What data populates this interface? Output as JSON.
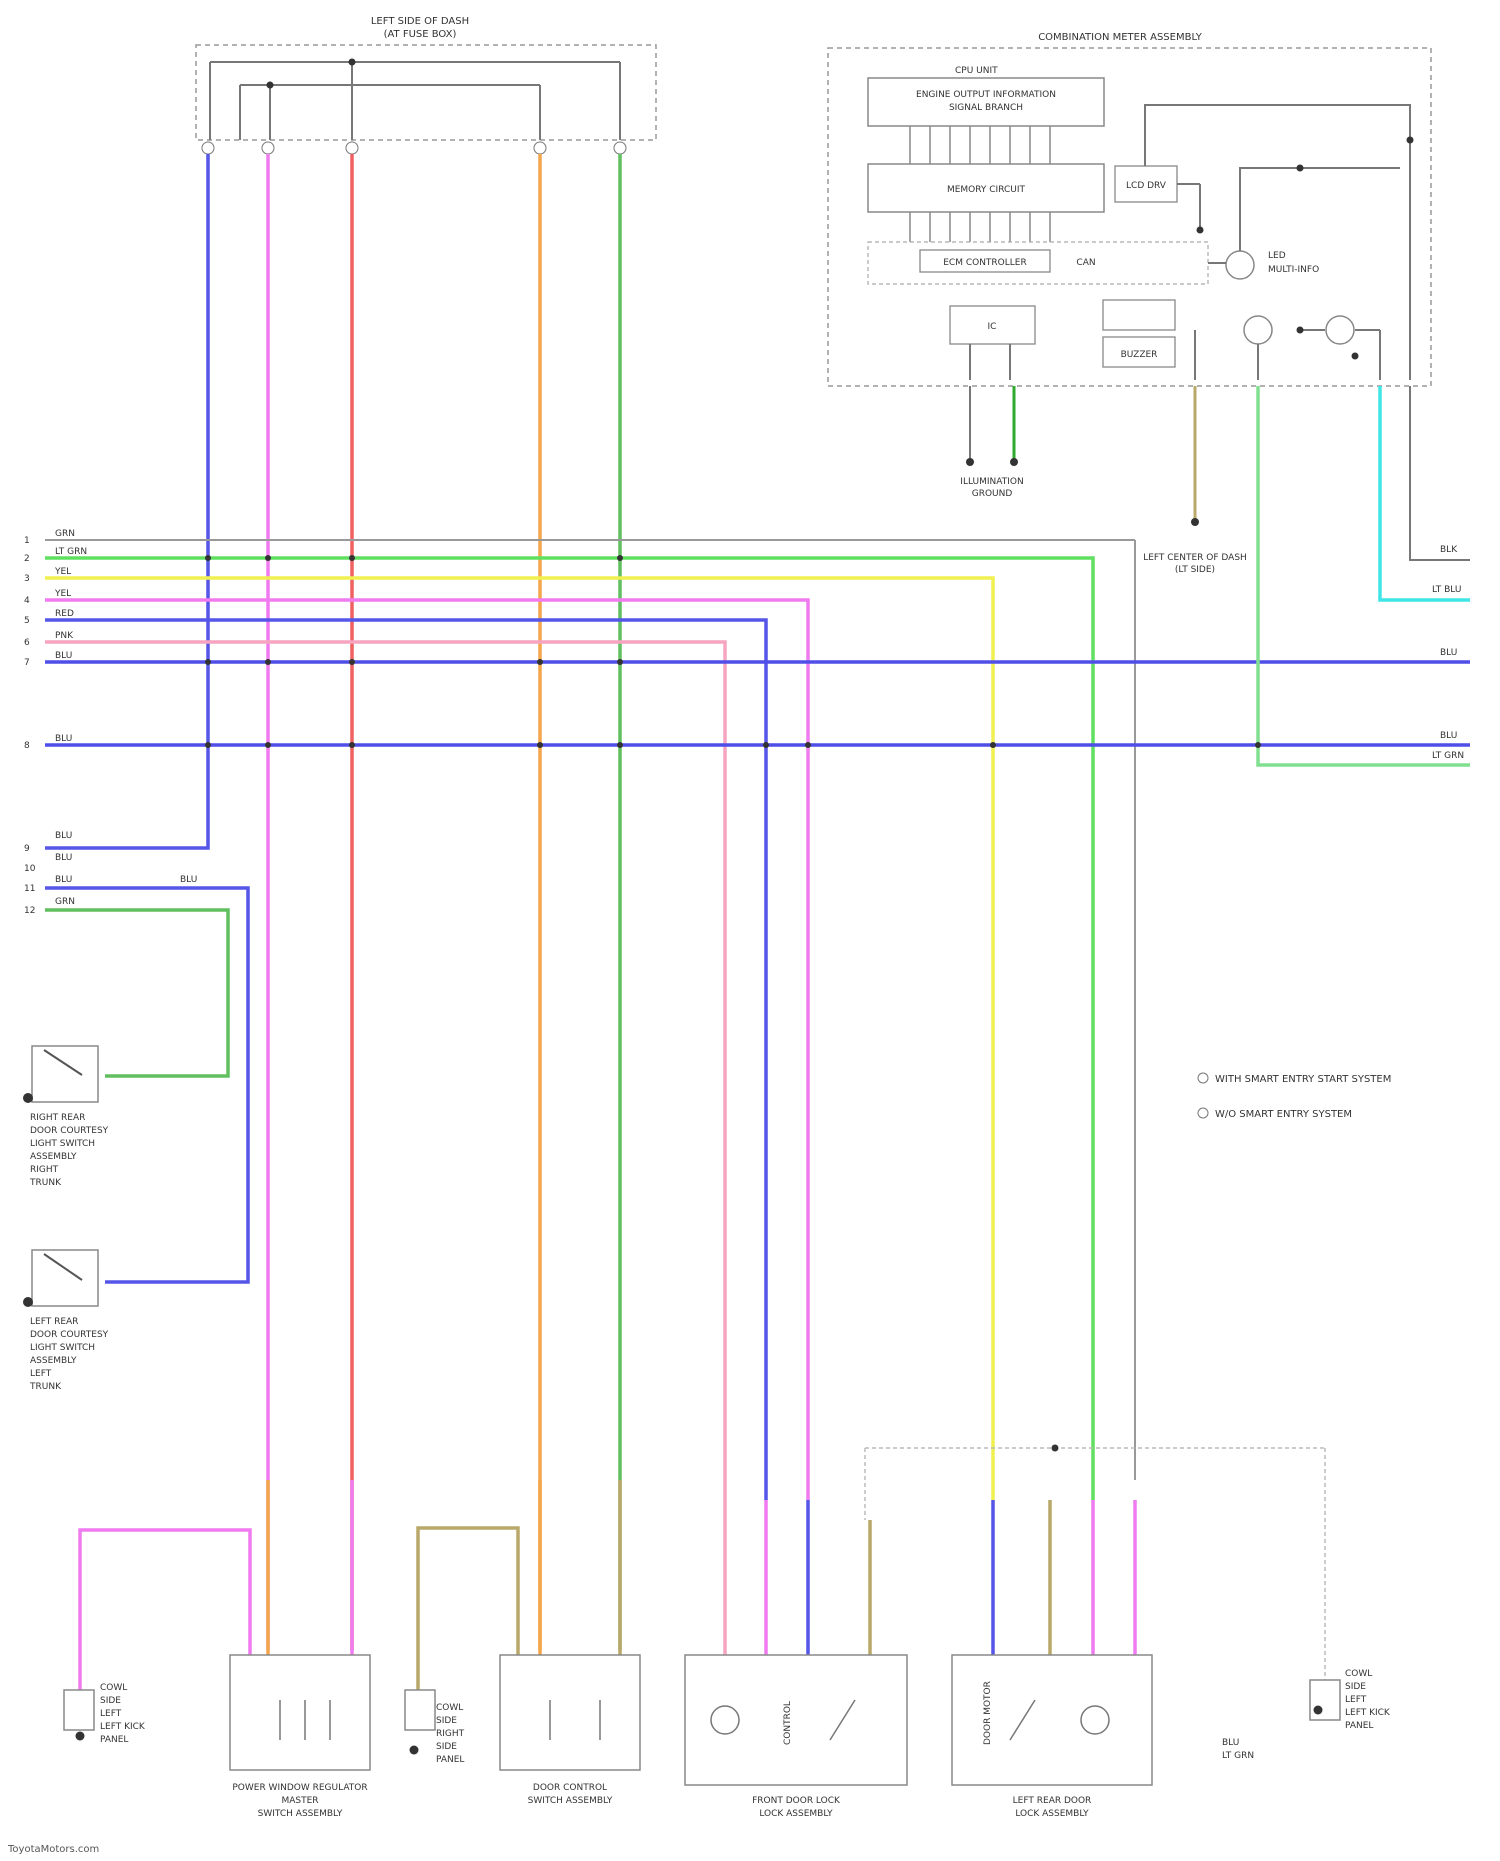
{
  "diagram": {
    "top_block_title": [
      "LEFT SIDE OF DASH",
      "(AT FUSE BOX)"
    ],
    "meter_block_title": "COMBINATION METER ASSEMBLY",
    "meter_inner_labels": {
      "cpu_unit": "CPU UNIT",
      "drive_circuit": [
        "ENGINE OUTPUT INFORMATION",
        "SIGNAL BRANCH"
      ],
      "memory_circuit": "MEMORY CIRCUIT",
      "ecm_controller": "ECM CONTROLLER",
      "can": "CAN",
      "lcd_drv": "LCD DRV",
      "ic": "IC",
      "buzzer": "BUZZER",
      "led": "LED",
      "multi_info": "MULTI-INFO"
    },
    "bus_wire_labels": [
      "GRN",
      "LT GRN",
      "YEL",
      "YEL",
      "RED",
      "PNK",
      "BLU",
      "BLU"
    ],
    "bus_pin_numbers": [
      "1",
      "2",
      "3",
      "4",
      "5",
      "6",
      "7",
      "8"
    ],
    "right_wire_labels": [
      "BLK",
      "LT BLU",
      "BLU",
      "BLU",
      "LT GRN"
    ],
    "left_lower_pins": [
      "9",
      "10",
      "11",
      "12"
    ],
    "left_lower_labels": [
      "BLU",
      "BLU",
      "BLU",
      "BLU",
      "GRN"
    ],
    "mid_labels": [
      "ILLUMINATION",
      "GROUND",
      "BLU",
      "LT GRN"
    ],
    "switch_labels": {
      "right_switch": [
        "RIGHT REAR",
        "DOOR COURTESY",
        "LIGHT SWITCH",
        "ASSEMBLY",
        "RIGHT",
        "TRUNK"
      ],
      "left_switch": [
        "LEFT REAR",
        "DOOR COURTESY",
        "LIGHT SWITCH",
        "ASSEMBLY",
        "LEFT",
        "TRUNK"
      ]
    },
    "ground_labels": [
      "LEFT CENTER OF DASH",
      "(LT SIDE)"
    ],
    "bottom_components": [
      [
        "POWER WINDOW REGULATOR",
        "MASTER",
        "SWITCH ASSEMBLY"
      ],
      [
        "DOOR CONTROL",
        "SWITCH ASSEMBLY"
      ],
      [
        "FRONT DOOR LOCK",
        "LOCK ASSEMBLY"
      ],
      [
        "LEFT REAR DOOR",
        "LOCK ASSEMBLY"
      ]
    ],
    "bottom_ground_labels": [
      [
        "COWL",
        "SIDE",
        "LEFT",
        "LEFT KICK",
        "PANEL"
      ],
      [
        "COWL",
        "SIDE",
        "RIGHT",
        "SIDE",
        "PANEL"
      ],
      [
        "COWL",
        "SIDE",
        "LEFT",
        "LEFT KICK",
        "PANEL"
      ]
    ],
    "component_ground_label": [
      "CONTROL",
      "DOOR MOTOR"
    ],
    "legend": [
      "WITH SMART ENTRY START SYSTEM",
      "W/O SMART ENTRY SYSTEM"
    ],
    "footer": "ToyotaMotors.com"
  }
}
